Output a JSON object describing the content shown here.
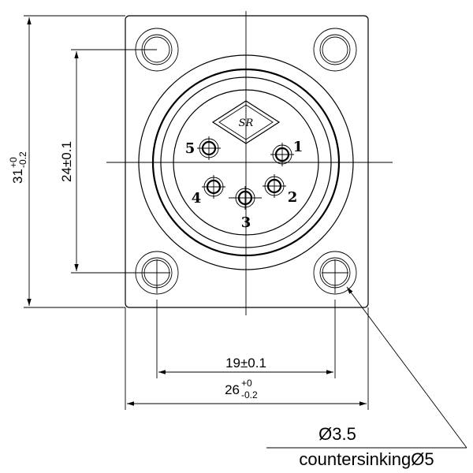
{
  "dimensions": {
    "height_outer": {
      "base": "31",
      "tol_upper": "+0",
      "tol_lower": "-0.2"
    },
    "height_inner": "24±0.1",
    "width_inner": "19±0.1",
    "width_outer": {
      "base": "26",
      "tol_upper": "+0",
      "tol_lower": "-0.2"
    }
  },
  "pins": [
    {
      "id": "1",
      "label": "1"
    },
    {
      "id": "2",
      "label": "2"
    },
    {
      "id": "3",
      "label": "3"
    },
    {
      "id": "4",
      "label": "4"
    },
    {
      "id": "5",
      "label": "5"
    }
  ],
  "logo": {
    "text": "SR"
  },
  "note": {
    "hole_diameter": "Ø3.5",
    "countersink": "countersinkingØ5"
  }
}
